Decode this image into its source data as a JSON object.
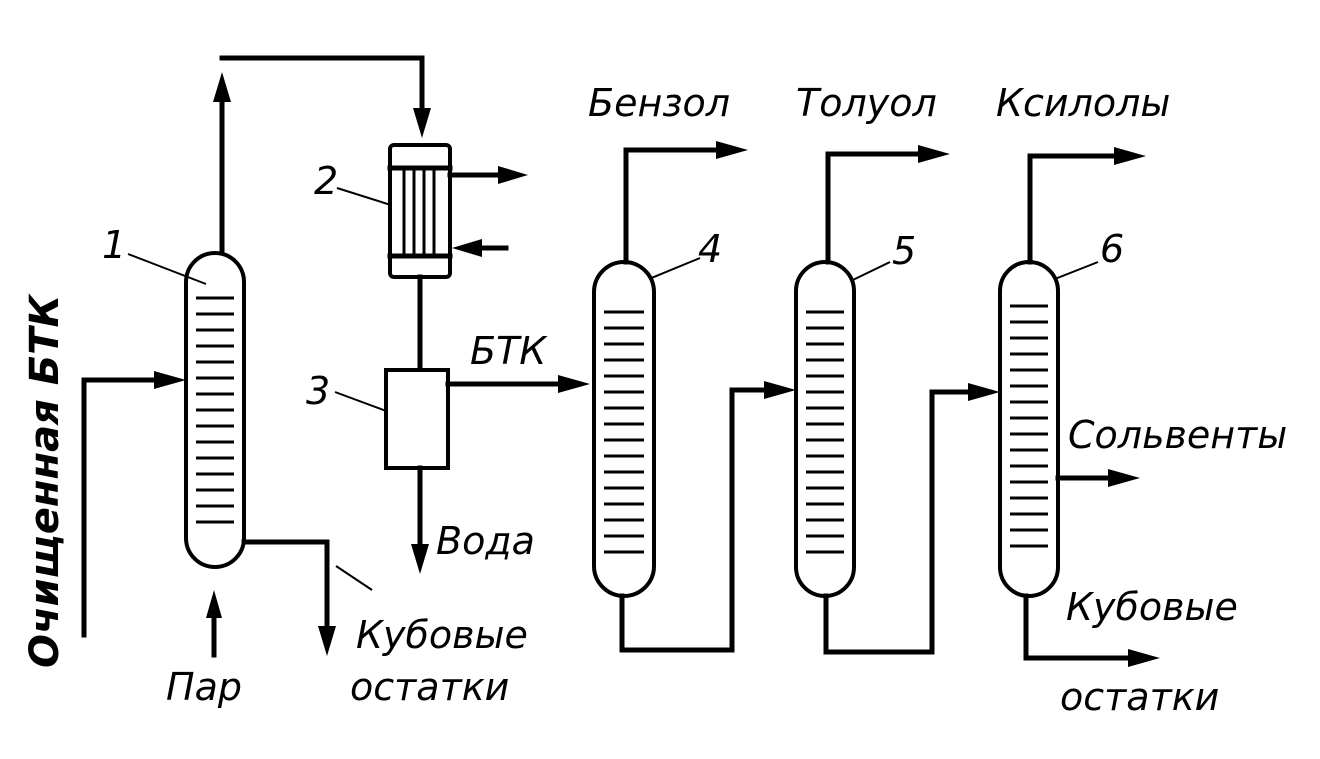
{
  "diagram": {
    "colors": {
      "ink": "#000000",
      "paper": "#ffffff"
    },
    "units": {
      "u1": "1",
      "u2": "2",
      "u3": "3",
      "u4": "4",
      "u5": "5",
      "u6": "6"
    },
    "labels": {
      "feed": "Очищенная БТК",
      "steam": "Пар",
      "bottoms1_a": "Кубовые",
      "bottoms1_b": "остатки",
      "water": "Вода",
      "btk": "БТК",
      "benzene": "Бензол",
      "toluene": "Толуол",
      "xylenes": "Ксилолы",
      "solvents": "Сольвенты",
      "bottoms6_a": "Кубовые",
      "bottoms6_b": "остатки"
    }
  }
}
